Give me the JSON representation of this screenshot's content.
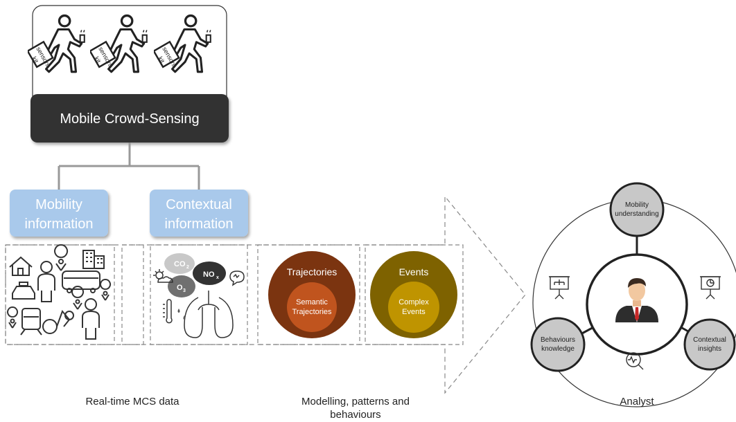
{
  "top": {
    "title": "Mobile Crowd-Sensing",
    "kit_label_1": "sensors",
    "kit_label_2": "kit"
  },
  "mobility": {
    "line1": "Mobility",
    "line2": "information"
  },
  "contextual": {
    "line1": "Contextual",
    "line2": "information"
  },
  "pollutants": {
    "co2": "CO",
    "co2_sub": "2",
    "nox": "NO",
    "nox_sub": "x",
    "o3": "O",
    "o3_sub": "3"
  },
  "modelling": {
    "trajectories": "Trajectories",
    "semantic_line1": "Semantic",
    "semantic_line2": "Trajectories",
    "events": "Events",
    "complex_line1": "Complex",
    "complex_line2": "Events"
  },
  "analyst": {
    "mobility_line1": "Mobility",
    "mobility_line2": "understanding",
    "behaviours_line1": "Behaviours",
    "behaviours_line2": "knowledge",
    "contextual_line1": "Contextual",
    "contextual_line2": "insights"
  },
  "captions": {
    "realtime": "Real-time MCS data",
    "modelling_line1": "Modelling, patterns and",
    "modelling_line2": "behaviours",
    "analyst": "Analyst"
  },
  "colors": {
    "dark_box": "#333333",
    "info_box": "#a9c9eb",
    "info_text": "#ffffff",
    "trajectories_outer": "#7b3410",
    "trajectories_inner": "#c0541e",
    "events_outer": "#7e6200",
    "events_inner": "#bf9400",
    "grey_circle": "#c8c8c8"
  }
}
